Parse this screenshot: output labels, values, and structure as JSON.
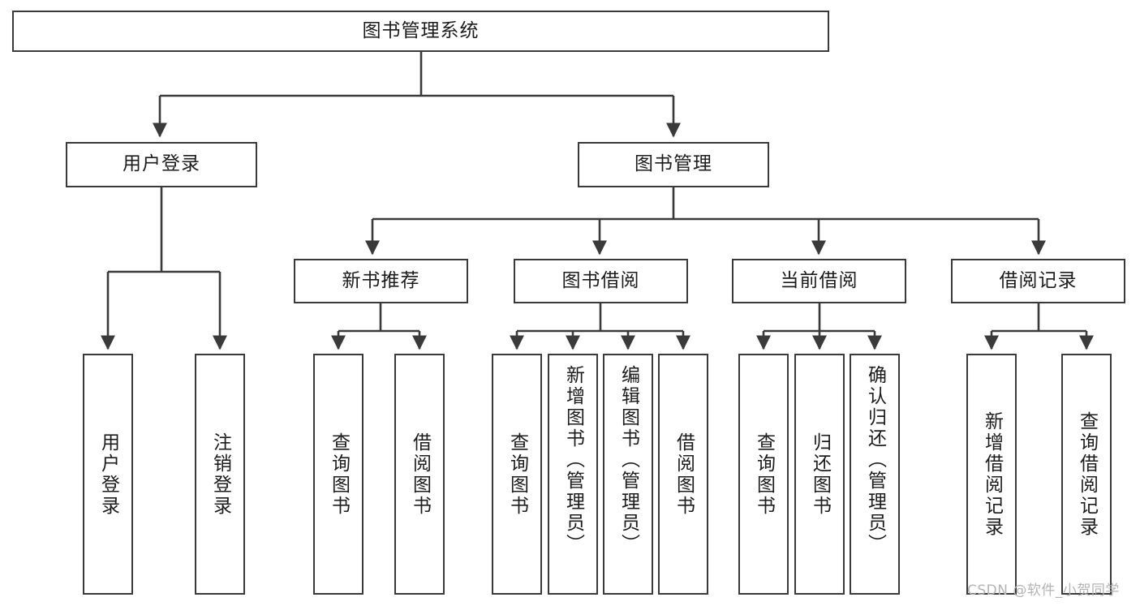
{
  "diagram": {
    "type": "tree-hierarchy",
    "title": "图书管理系统",
    "watermark": "CSDN @软件_小贺同学",
    "colors": {
      "box_border": "#3a3a3a",
      "box_fill": "#ffffff",
      "connector": "#3a3a3a",
      "text": "#1c1c1c",
      "watermark": "#b4b4b4"
    },
    "levels": [
      {
        "level": 0,
        "nodes": [
          {
            "id": "root",
            "label": "图书管理系统",
            "orientation": "horizontal"
          }
        ]
      },
      {
        "level": 1,
        "nodes": [
          {
            "id": "login",
            "label": "用户登录",
            "orientation": "horizontal",
            "parent": "root"
          },
          {
            "id": "bookmgmt",
            "label": "图书管理",
            "orientation": "horizontal",
            "parent": "root"
          }
        ]
      },
      {
        "level": 2,
        "nodes": [
          {
            "id": "newbook",
            "label": "新书推荐",
            "orientation": "horizontal",
            "parent": "bookmgmt"
          },
          {
            "id": "borrow",
            "label": "图书借阅",
            "orientation": "horizontal",
            "parent": "bookmgmt"
          },
          {
            "id": "current",
            "label": "当前借阅",
            "orientation": "horizontal",
            "parent": "bookmgmt"
          },
          {
            "id": "record",
            "label": "借阅记录",
            "orientation": "horizontal",
            "parent": "bookmgmt"
          }
        ]
      },
      {
        "level": 3,
        "nodes": [
          {
            "id": "leaf-user-login",
            "label": "用户登录",
            "orientation": "vertical",
            "parent": "login"
          },
          {
            "id": "leaf-user-logout",
            "label": "注销登录",
            "orientation": "vertical",
            "parent": "login"
          },
          {
            "id": "leaf-newbook-query",
            "label": "查询图书",
            "orientation": "vertical",
            "parent": "newbook"
          },
          {
            "id": "leaf-newbook-borrow",
            "label": "借阅图书",
            "orientation": "vertical",
            "parent": "newbook"
          },
          {
            "id": "leaf-borrow-query",
            "label": "查询图书",
            "orientation": "vertical",
            "parent": "borrow"
          },
          {
            "id": "leaf-borrow-add",
            "label": "新增图书（管理员）",
            "orientation": "vertical",
            "parent": "borrow"
          },
          {
            "id": "leaf-borrow-edit",
            "label": "编辑图书（管理员）",
            "orientation": "vertical",
            "parent": "borrow"
          },
          {
            "id": "leaf-borrow-borrow",
            "label": "借阅图书",
            "orientation": "vertical",
            "parent": "borrow"
          },
          {
            "id": "leaf-current-query",
            "label": "查询图书",
            "orientation": "vertical",
            "parent": "current"
          },
          {
            "id": "leaf-current-return",
            "label": "归还图书",
            "orientation": "vertical",
            "parent": "current"
          },
          {
            "id": "leaf-current-confirm",
            "label": "确认归还（管理员）",
            "orientation": "vertical",
            "parent": "current"
          },
          {
            "id": "leaf-record-add",
            "label": "新增借阅记录",
            "orientation": "vertical",
            "parent": "record"
          },
          {
            "id": "leaf-record-query",
            "label": "查询借阅记录",
            "orientation": "vertical",
            "parent": "record"
          }
        ]
      }
    ]
  }
}
